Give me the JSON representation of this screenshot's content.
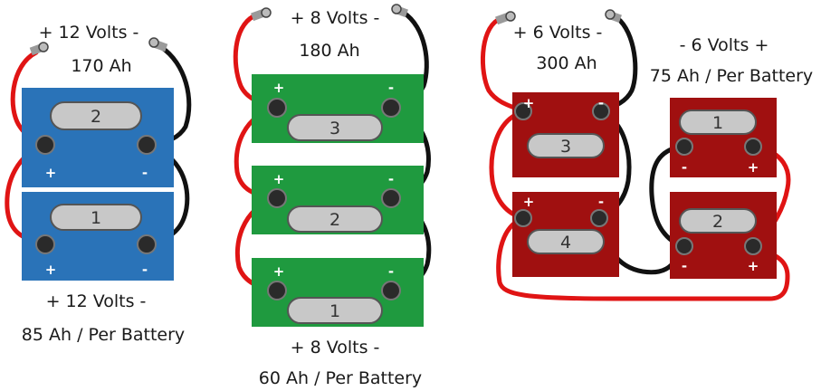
{
  "colors": {
    "blue": "#2a73b8",
    "green": "#1f9a3f",
    "darkred": "#a01010",
    "red_wire": "#e01414",
    "black_wire": "#111111",
    "label_pill": "#c8c8c8",
    "terminal": "#2a2a2a"
  },
  "icons": [
    "battery-icon",
    "positive-terminal-icon",
    "negative-terminal-icon",
    "ring-lug-icon"
  ],
  "left": {
    "top_label_1": "+ 12 Volts -",
    "top_label_2": "170 Ah",
    "bottom_label_1": "+ 12 Volts -",
    "bottom_label_2": "85 Ah / Per Battery",
    "batteries": [
      {
        "number": "2",
        "plus": "+",
        "minus": "-"
      },
      {
        "number": "1",
        "plus": "+",
        "minus": "-"
      }
    ]
  },
  "middle": {
    "top_label_1": "+ 8 Volts -",
    "top_label_2": "180 Ah",
    "bottom_label_1": "+ 8 Volts -",
    "bottom_label_2": "60 Ah / Per Battery",
    "batteries": [
      {
        "number": "3",
        "plus": "+",
        "minus": "-"
      },
      {
        "number": "2",
        "plus": "+",
        "minus": "-"
      },
      {
        "number": "1",
        "plus": "+",
        "minus": "-"
      }
    ]
  },
  "right": {
    "top_label_1": "+ 6 Volts -",
    "top_label_2": "300 Ah",
    "side_label_1": "- 6 Volts +",
    "side_label_2": "75 Ah / Per Battery",
    "batteries": [
      {
        "number": "3",
        "plus": "+",
        "minus": "-"
      },
      {
        "number": "4",
        "plus": "+",
        "minus": "-"
      },
      {
        "number": "1",
        "plus": "+",
        "minus": "-"
      },
      {
        "number": "2",
        "plus": "+",
        "minus": "-"
      }
    ]
  }
}
